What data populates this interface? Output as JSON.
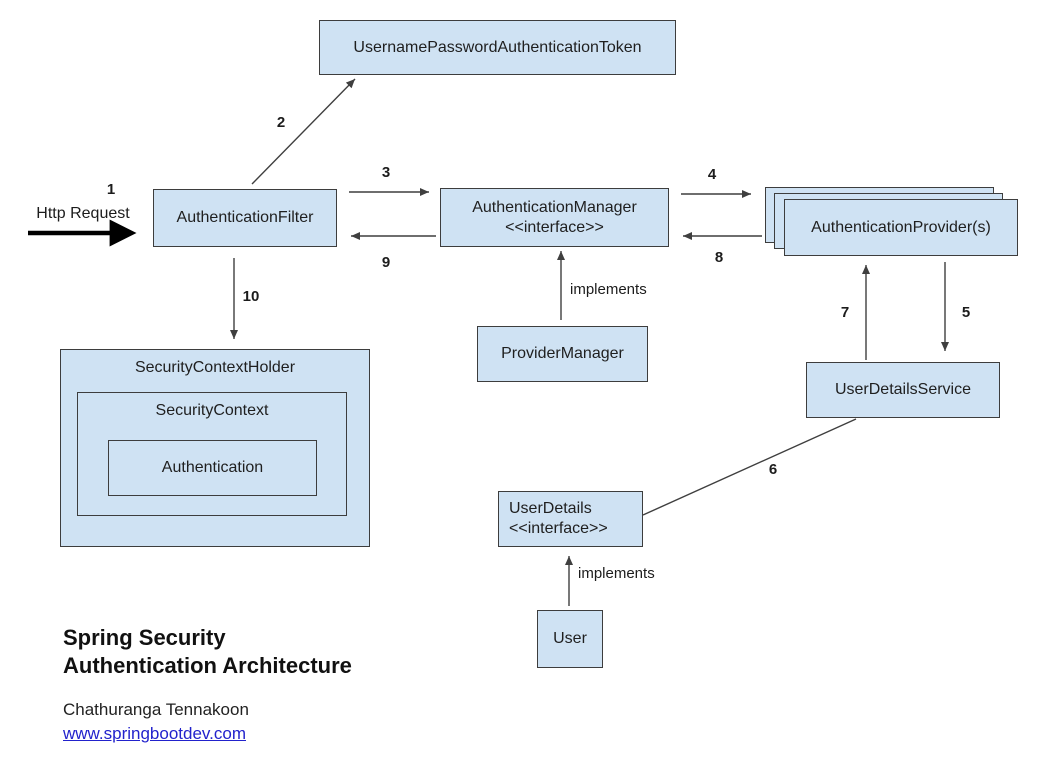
{
  "diagram": {
    "nodes": {
      "token": {
        "label": "UsernamePasswordAuthenticationToken"
      },
      "filter": {
        "label": "AuthenticationFilter"
      },
      "manager": {
        "label": "AuthenticationManager",
        "stereotype": "<<interface>>"
      },
      "providers": {
        "label": "AuthenticationProvider(s)"
      },
      "providerManager": {
        "label": "ProviderManager"
      },
      "userDetailsService": {
        "label": "UserDetailsService"
      },
      "userDetails": {
        "label": "UserDetails",
        "stereotype": "<<interface>>"
      },
      "user": {
        "label": "User"
      },
      "securityContextHolder": {
        "label": "SecurityContextHolder"
      },
      "securityContext": {
        "label": "SecurityContext"
      },
      "authentication": {
        "label": "Authentication"
      }
    },
    "labels": {
      "httpRequest": "Http Request",
      "step1": "1",
      "step2": "2",
      "step3": "3",
      "step4": "4",
      "step5": "5",
      "step6": "6",
      "step7": "7",
      "step8": "8",
      "step9": "9",
      "step10": "10",
      "implementsManager": "implements",
      "implementsUser": "implements"
    },
    "colors": {
      "nodeFill": "#cfe2f3",
      "nodeBorder": "#3d3d3d",
      "connector": "#3f3f3f",
      "thickArrow": "#000000",
      "linkText": "#2222cc"
    }
  },
  "footer": {
    "titleLine1": "Spring Security",
    "titleLine2": "Authentication Architecture",
    "author": "Chathuranga Tennakoon",
    "website": "www.springbootdev.com"
  }
}
